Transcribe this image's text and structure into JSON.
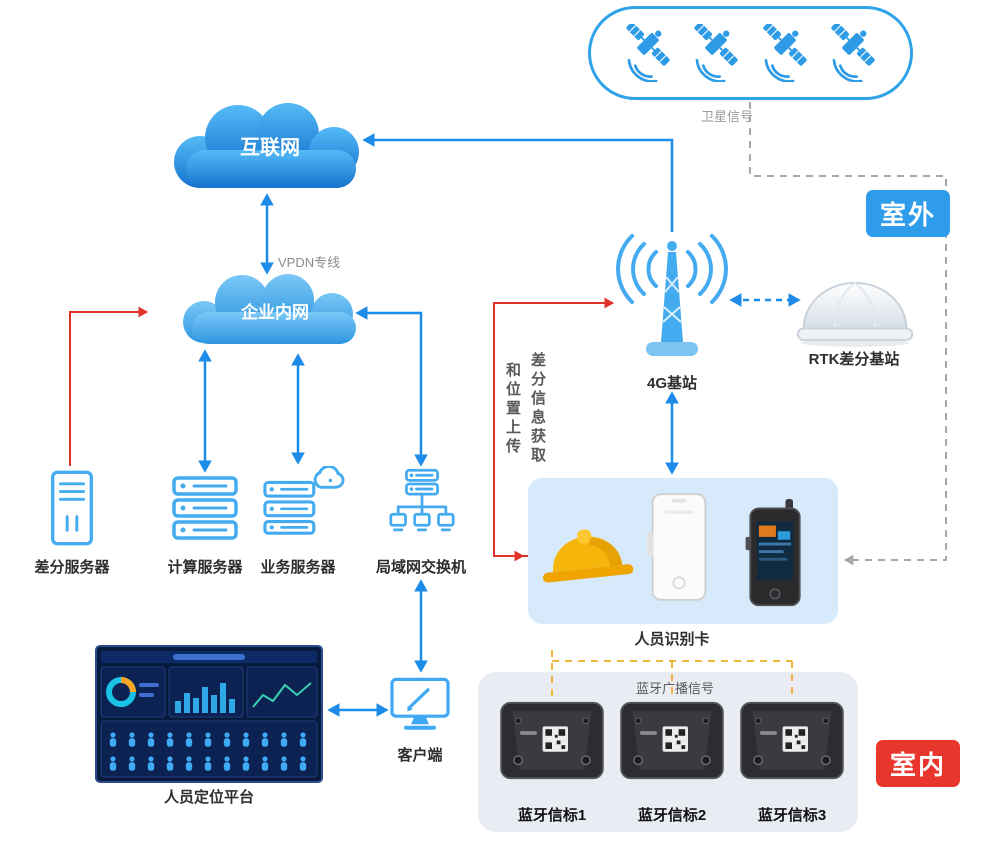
{
  "diagram": {
    "internet": "互联网",
    "intranet": "企业内网",
    "vpdn_label": "VPDN专线",
    "satellite_signal_label": "卫星信号",
    "outdoor_badge": "室外",
    "indoor_badge": "室内",
    "tower_label": "4G基站",
    "rtk_label": "RTK差分基站",
    "card_panel_label": "人员识别卡",
    "flow_vertical_right": "差分信息获取",
    "flow_vertical_left": "和位置上传",
    "client_label": "客户端",
    "platform_label": "人员定位平台",
    "bt_broadcast_label": "蓝牙广播信号",
    "servers": [
      {
        "label": "差分服务器"
      },
      {
        "label": "计算服务器"
      },
      {
        "label": "业务服务器"
      },
      {
        "label": "局域网交换机"
      }
    ],
    "beacons": [
      {
        "label": "蓝牙信标1"
      },
      {
        "label": "蓝牙信标2"
      },
      {
        "label": "蓝牙信标3"
      }
    ],
    "colors": {
      "line_blue": "#1D8CE8",
      "line_red": "#E03228",
      "line_yellow": "#EDB73E",
      "line_gray": "#A8A8A8",
      "outdoor_bg": "#2E9CEA",
      "indoor_bg": "#E8362C"
    }
  }
}
